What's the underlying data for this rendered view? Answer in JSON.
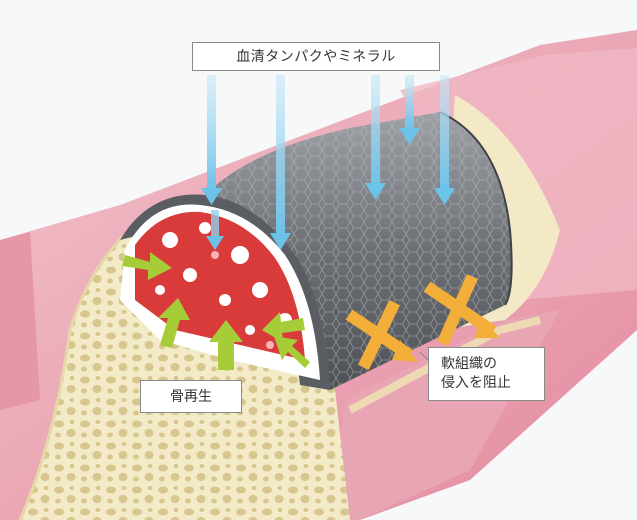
{
  "labels": {
    "top": "血清タンパクやミネラル",
    "bone": "骨再生",
    "soft_line1": "軟組織の",
    "soft_line2": "侵入を阻止"
  },
  "colors": {
    "gum_pink": "#e9a4b2",
    "gum_dark": "#d97f92",
    "bone_cream": "#f2e9c2",
    "bone_hole": "#d9c892",
    "membrane_gray": "#6f7276",
    "membrane_light": "#a9adb2",
    "blood_red": "#d93a3a",
    "arrow_blue": "#8fd0ee",
    "arrow_green": "#a6cc38",
    "x_orange": "#f2ae38",
    "callout_border": "#8a8a8a"
  },
  "icons": {
    "down_arrows": "serum-flow-arrow",
    "inward_arrows": "bone-growth-arrow",
    "block_marks": "block-x-mark"
  }
}
